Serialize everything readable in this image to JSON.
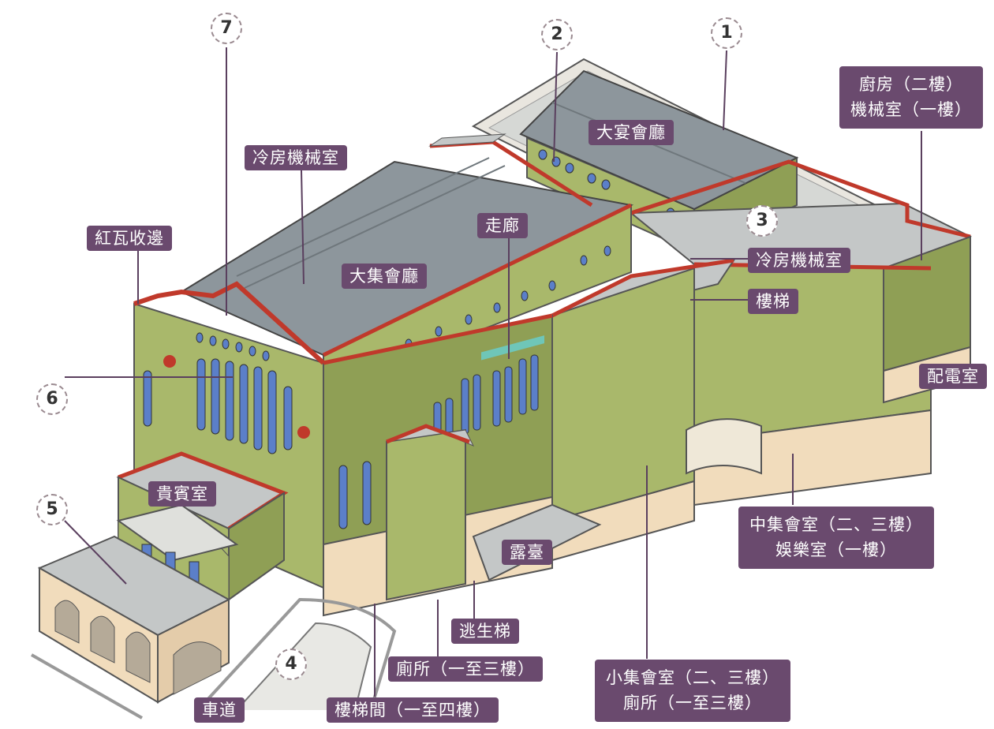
{
  "colors": {
    "wall": "#a9b86b",
    "wall_dark": "#8f9f55",
    "roof": "#8d969c",
    "trim": "#c0392b",
    "base": "#f1dcbc",
    "window": "#5b7fc9",
    "label_bg": "#6a4a6e",
    "flat_roof": "#c4c7c7"
  },
  "markers": [
    "1",
    "2",
    "3",
    "4",
    "5",
    "6",
    "7"
  ],
  "labels": {
    "banquet_hall": "大宴會廳",
    "kitchen_line1": "廚房（二樓）",
    "kitchen_line2": "機械室（一樓）",
    "ac_room_left": "冷房機械室",
    "ac_room_right": "冷房機械室",
    "red_tile_edge": "紅瓦收邊",
    "corridor": "走廊",
    "great_hall": "大集會廳",
    "stairs": "樓梯",
    "power_room": "配電室",
    "vip_room": "貴賓室",
    "middle_hall_line1": "中集會室（二、三樓）",
    "middle_hall_line2": "娛樂室（一樓）",
    "terrace": "露臺",
    "escape_stairs": "逃生梯",
    "toilet": "廁所（一至三樓）",
    "small_hall_line1": "小集會室（二、三樓）",
    "small_hall_line2": "廁所（一至三樓）",
    "driveway": "車道",
    "stairwell": "樓梯間（一至四樓）"
  }
}
